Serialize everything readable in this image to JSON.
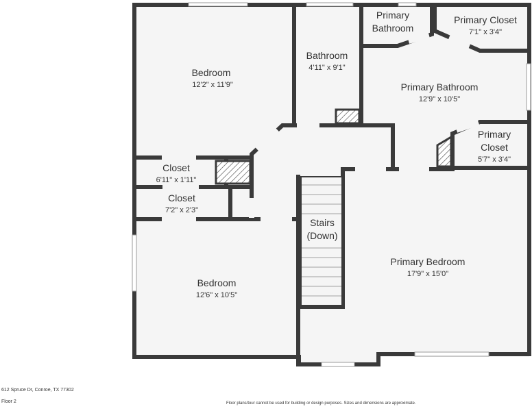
{
  "rooms": {
    "bedroom_top": {
      "name": "Bedroom",
      "dim": "12'2\" x 11'9\""
    },
    "bathroom": {
      "name": "Bathroom",
      "dim": "4'11\" x 9'1\""
    },
    "primary_bath_small": {
      "name1": "Primary",
      "name2": "Bathroom"
    },
    "primary_closet_top": {
      "name": "Primary Closet",
      "dim": "7'1\" x 3'4\""
    },
    "primary_bathroom": {
      "name": "Primary Bathroom",
      "dim": "12'9\" x 10'5\""
    },
    "primary_closet_right": {
      "name1": "Primary",
      "name2": "Closet",
      "dim": "5'7\" x 3'4\""
    },
    "closet_1": {
      "name": "Closet",
      "dim": "6'11\" x 1'11\""
    },
    "closet_2": {
      "name": "Closet",
      "dim": "7'2\" x 2'3\""
    },
    "stairs": {
      "name1": "Stairs",
      "name2": "(Down)"
    },
    "primary_bedroom": {
      "name": "Primary Bedroom",
      "dim": "17'9\" x 15'0\""
    },
    "bedroom_bottom": {
      "name": "Bedroom",
      "dim": "12'6\" x 10'5\""
    }
  },
  "footer": {
    "address": "612 Spruce Dr, Conroe, TX 77302",
    "floor": "Floor 2",
    "disclaimer": "Floor plans/tour cannot be used for building or design purposes. Sizes and dimensions are approximate."
  },
  "colors": {
    "wall": "#3a3a3a",
    "floor": "#f5f5f5",
    "background": "#ffffff"
  }
}
